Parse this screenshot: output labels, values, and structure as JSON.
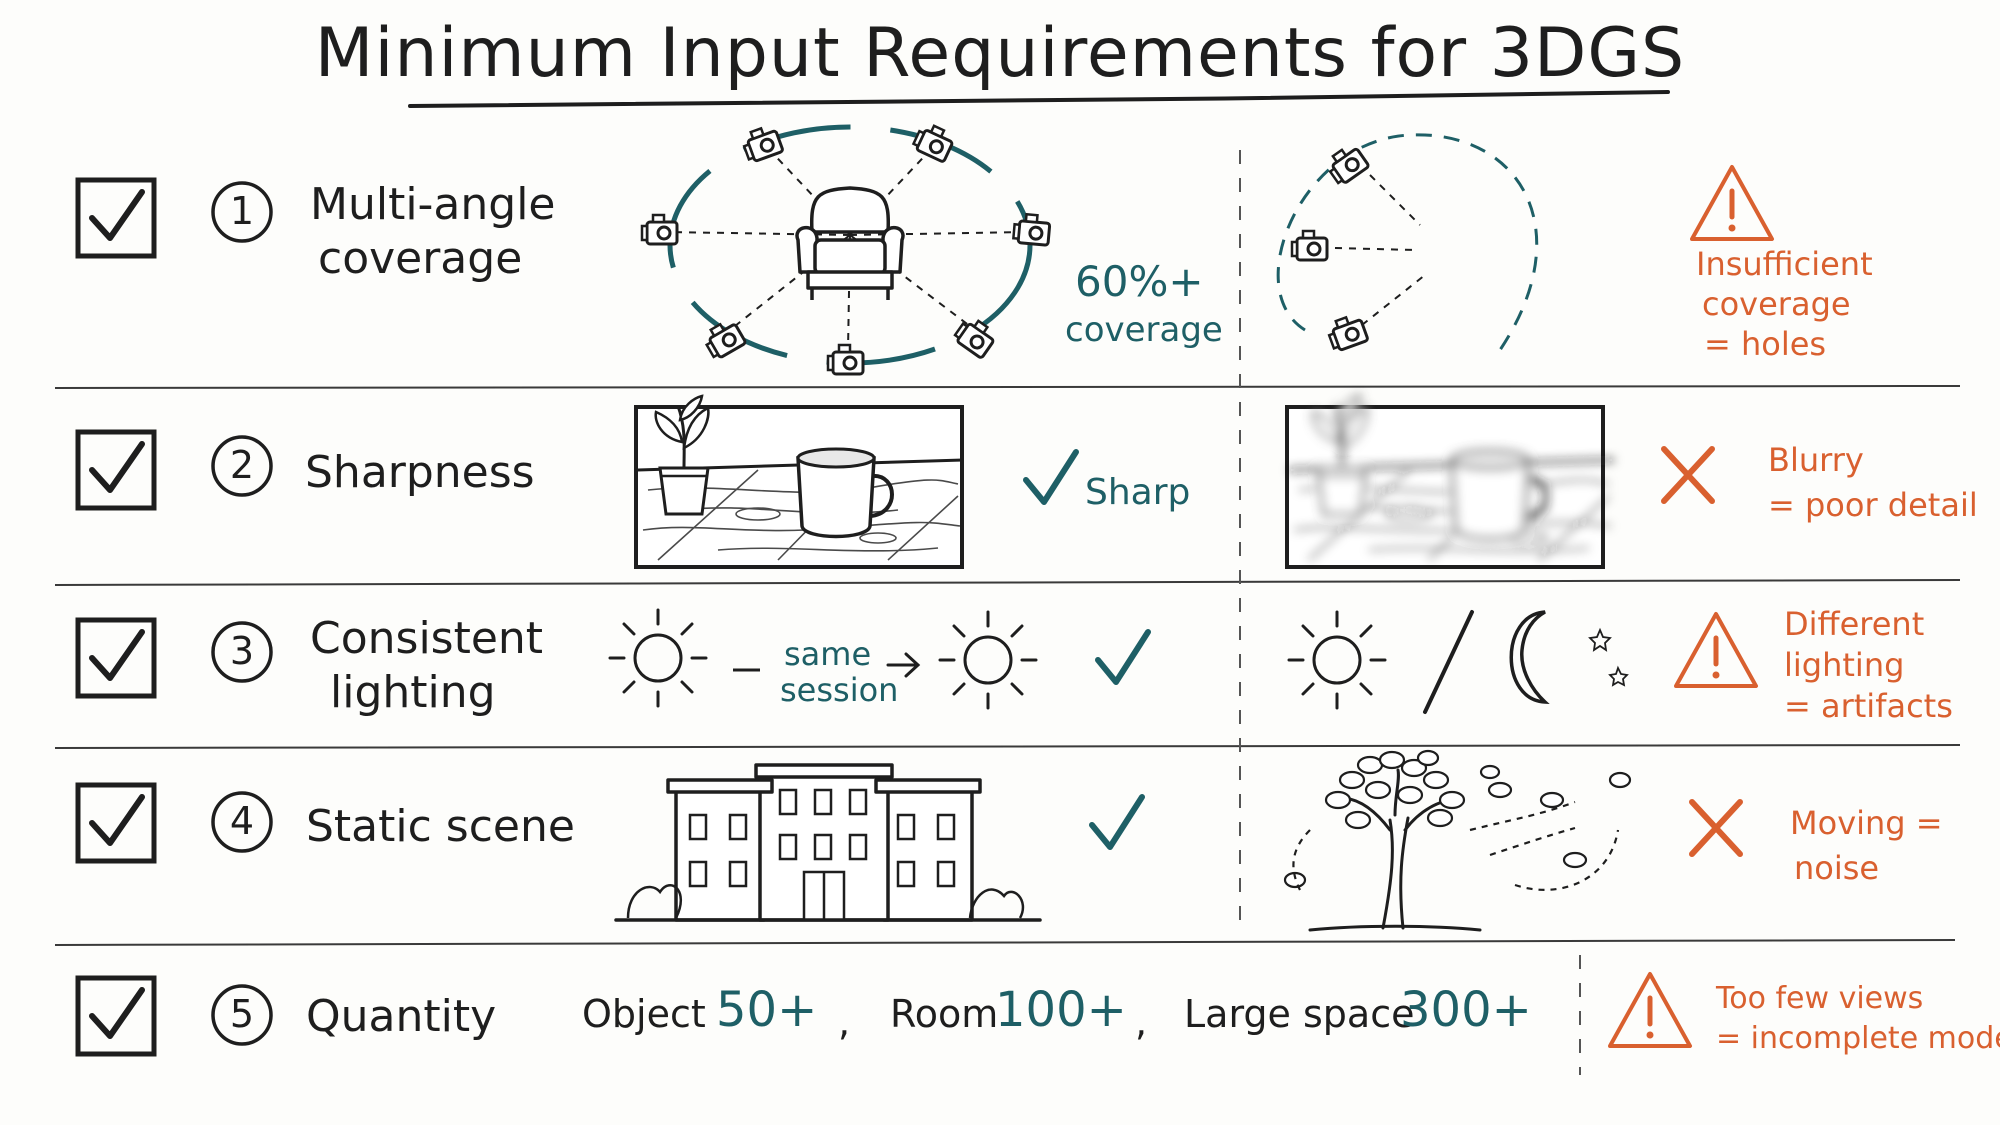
{
  "title": "Minimum Input Requirements for 3DGS",
  "colors": {
    "ink": "#1e1e1e",
    "teal": "#1e5f66",
    "orange": "#d9602f"
  },
  "rows": [
    {
      "number": "1",
      "label_lines": [
        "Multi-angle",
        "coverage"
      ],
      "good_note_lines": [
        "60%+",
        "coverage"
      ],
      "bad_note_lines": [
        "Insufficient",
        "coverage",
        "= holes"
      ],
      "bad_icon": "warning-icon"
    },
    {
      "number": "2",
      "label_lines": [
        "Sharpness"
      ],
      "good_note": "Sharp",
      "bad_note_lines": [
        "Blurry",
        "= poor detail"
      ],
      "bad_icon": "cross-icon"
    },
    {
      "number": "3",
      "label_lines": [
        "Consistent",
        "lighting"
      ],
      "good_note_lines": [
        "same",
        "session"
      ],
      "bad_note_lines": [
        "Different",
        "lighting",
        "= artifacts"
      ],
      "bad_icon": "warning-icon"
    },
    {
      "number": "4",
      "label_lines": [
        "Static scene"
      ],
      "bad_note_lines": [
        "Moving =",
        "noise"
      ],
      "bad_icon": "cross-icon"
    },
    {
      "number": "5",
      "label_lines": [
        "Quantity"
      ],
      "quantities": [
        {
          "name": "Object",
          "value": "50+"
        },
        {
          "name": "Room",
          "value": "100+"
        },
        {
          "name": "Large space",
          "value": "300+"
        }
      ],
      "bad_note_lines": [
        "Too few views",
        "= incomplete model"
      ],
      "bad_icon": "warning-icon"
    }
  ]
}
